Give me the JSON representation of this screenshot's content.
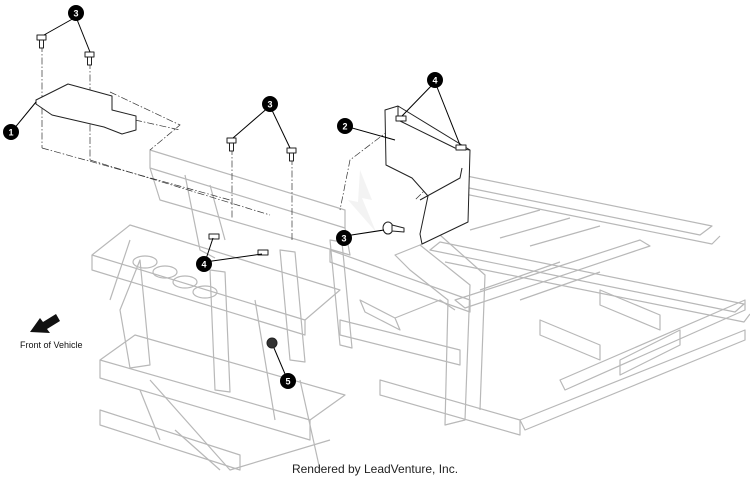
{
  "diagram": {
    "callouts": [
      "1",
      "2",
      "3",
      "3",
      "3",
      "4",
      "4",
      "5"
    ],
    "front_label": "Front of Vehicle",
    "footer": "Rendered by LeadVenture, Inc.",
    "colors": {
      "frame": "#b8b8b8",
      "part": "#222222",
      "callout": "#000000"
    }
  }
}
